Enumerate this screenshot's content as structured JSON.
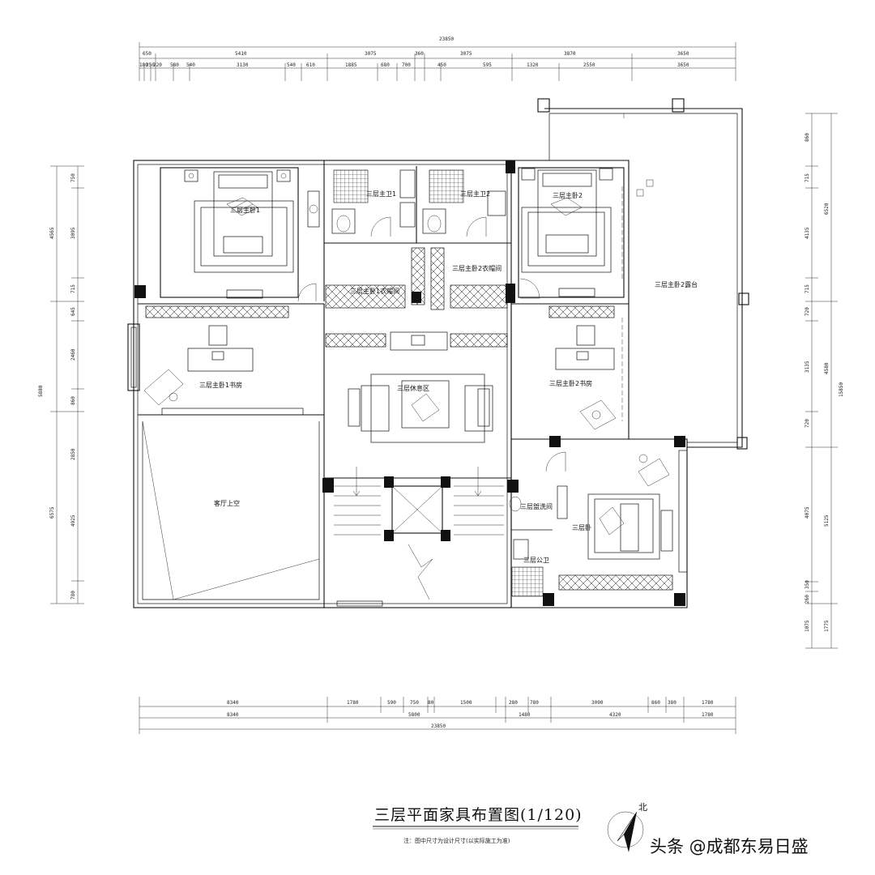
{
  "drawing": {
    "title": "三层平面家具布置图(1/120)",
    "note": "注：图中尺寸为设计尺寸(以实际施工为准)",
    "north_label": "北",
    "watermark": "头条 @成都东易日盛"
  },
  "rooms": {
    "master_bed_1": "三层主卧1",
    "master_bath_1": "三层主卫1",
    "master_bath_2": "三层主卫2",
    "master_bed_2": "三层主卧2",
    "closet_1": "三层主卧1衣帽间",
    "closet_2": "三层主卧2衣帽间",
    "terrace_2": "三层主卧2露台",
    "study_1": "三层主卧1书房",
    "lounge": "三层休息区",
    "study_2": "三层主卧2书房",
    "living_void": "客厅上空",
    "laundry": "三层盥洗间",
    "bedroom": "三层卧",
    "public_bath": "三层公卫"
  },
  "dimensions": {
    "top_total": "23850",
    "top_row2": [
      "650",
      "5410",
      "3075",
      "360",
      "3075",
      "3870",
      "3650"
    ],
    "top_row3": [
      "180",
      "250",
      "220",
      "580",
      "540",
      "3130",
      "540",
      "610",
      "1885",
      "680",
      "700",
      "450",
      "595",
      "1320",
      "2550",
      "3650"
    ],
    "bottom_row1": [
      "8340",
      "1780",
      "590",
      "750",
      "80",
      "1500",
      "280",
      "780",
      "3090",
      "860",
      "380",
      "1780"
    ],
    "bottom_row2": [
      "8340",
      "5800",
      "1480",
      "4320",
      "1780"
    ],
    "bottom_total": "23850",
    "left_outer": [
      "4565",
      "5880",
      "6575"
    ],
    "left_inner": [
      "750",
      "3095",
      "715",
      "645",
      "2460",
      "860",
      "2850",
      "4925",
      "780"
    ],
    "right_inner": [
      "860",
      "715",
      "4135",
      "715",
      "720",
      "3135",
      "720",
      "4075",
      "350",
      "260",
      "1075"
    ],
    "right_outer": [
      "6520",
      "4580",
      "5125",
      "1775"
    ],
    "right_total": "15850"
  }
}
